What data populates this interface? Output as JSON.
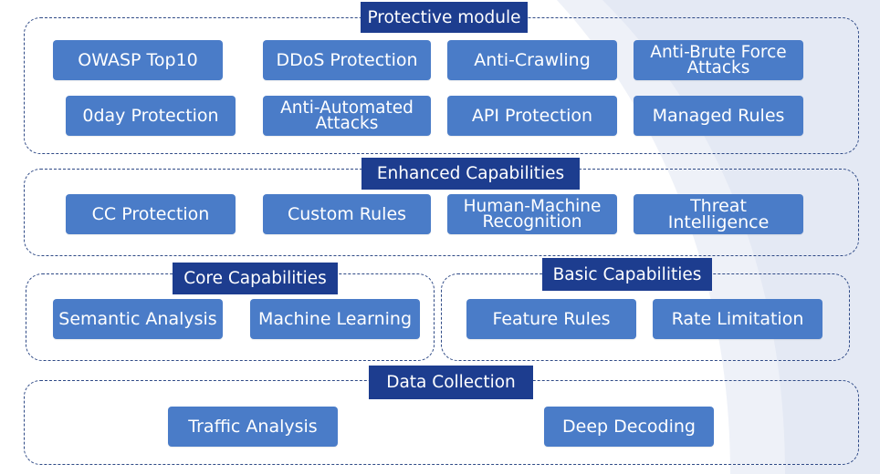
{
  "sections": {
    "protective": {
      "title": "Protective module",
      "items": [
        "OWASP Top10",
        "DDoS Protection",
        "Anti-Crawling",
        "Anti-Brute Force Attacks",
        "0day Protection",
        "Anti-Automated Attacks",
        "API Protection",
        "Managed Rules"
      ]
    },
    "enhanced": {
      "title": "Enhanced Capabilities",
      "items": [
        "CC Protection",
        "Custom Rules",
        "Human-Machine Recognition",
        "Threat Intelligence"
      ]
    },
    "core": {
      "title": "Core Capabilities",
      "items": [
        "Semantic Analysis",
        "Machine Learning"
      ]
    },
    "basic": {
      "title": "Basic Capabilities",
      "items": [
        "Feature Rules",
        "Rate Limitation"
      ]
    },
    "data": {
      "title": "Data Collection",
      "items": [
        "Traffic Analysis",
        "Deep Decoding"
      ]
    }
  },
  "colors": {
    "title_bg": "#1d3d8f",
    "chip_bg": "#4a7cc8",
    "border": "#2f4a86"
  }
}
